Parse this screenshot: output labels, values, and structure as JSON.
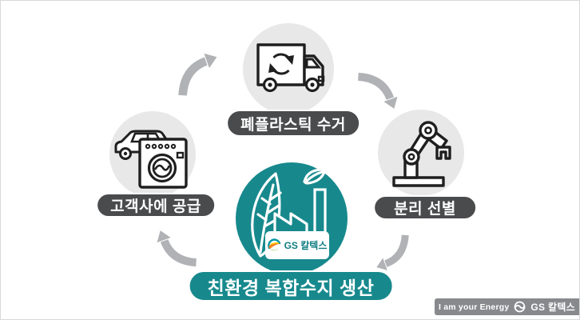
{
  "cycle": {
    "steps": [
      {
        "key": "collect",
        "label": "폐플라스틱 수거",
        "icon": "recycling-truck-icon"
      },
      {
        "key": "sort",
        "label": "분리 선별",
        "icon": "robot-arm-icon"
      },
      {
        "key": "produce",
        "label": "친환경 복합수지 생산",
        "icon": "leaf-factory-icon",
        "brand": "GS 칼텍스"
      },
      {
        "key": "supply",
        "label": "고객사에 공급",
        "icon": "car-washing-machine-icon"
      }
    ]
  },
  "footer": {
    "slogan": "I am your Energy",
    "brand": "GS 칼텍스"
  },
  "colors": {
    "accent_teal": "#17898d",
    "pill_dark": "#4a4b4d",
    "node_gray": "#e8e8e9",
    "arrow_gray": "#b0b2b5",
    "footer_gray": "#87898c",
    "brand_orange": "#f58220",
    "brand_yellow": "#ffd100",
    "brand_green": "#8cc63e",
    "brand_blue": "#0096a5"
  }
}
